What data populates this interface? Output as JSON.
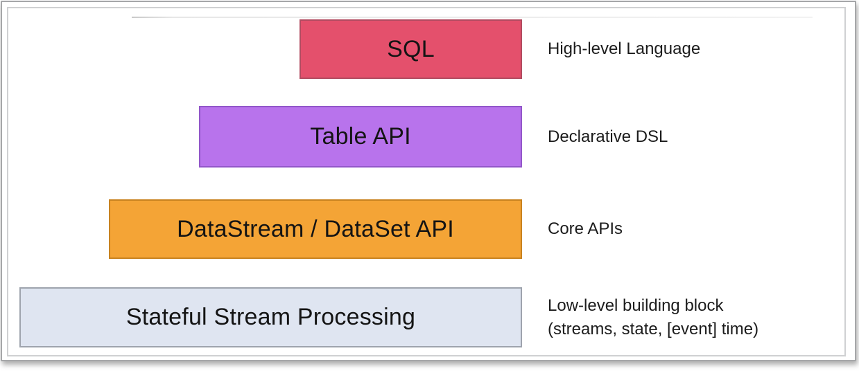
{
  "canvas": {
    "background": "#ffffff",
    "outer_frame_color": "#a6a7a9",
    "inner_frame_color": "#cfd0d2"
  },
  "layers": [
    {
      "label": "SQL",
      "side_label": "High-level Language",
      "fill": "#e4506c",
      "border": "#b14b60"
    },
    {
      "label": "Table API",
      "side_label": "Declarative DSL",
      "fill": "#b873ec",
      "border": "#9257c9"
    },
    {
      "label": "DataStream / DataSet API",
      "side_label": "Core APIs",
      "fill": "#f4a436",
      "border": "#c8821f"
    },
    {
      "label": "Stateful Stream Processing",
      "side_label": "Low-level building block\n(streams, state, [event] time)",
      "fill": "#dfe5f1",
      "border": "#9ea3ad"
    }
  ]
}
